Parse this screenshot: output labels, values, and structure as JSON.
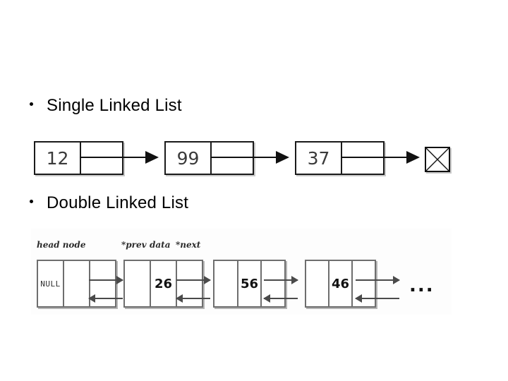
{
  "slide": {
    "background_color": "#ffffff",
    "bullets": [
      {
        "marker": "•",
        "label": "Single Linked List"
      },
      {
        "marker": "•",
        "label": "Double Linked List"
      }
    ]
  },
  "single_linked_list": {
    "caption": "Single Linked List",
    "nodes": [
      {
        "value": "12"
      },
      {
        "value": "99"
      },
      {
        "value": "37"
      }
    ],
    "terminator": "null-crossed-box",
    "link_count": 3,
    "colors": {
      "border": "#1a1a1a",
      "text": "#3a3a3a",
      "shadow": "#c9c9c9"
    }
  },
  "double_linked_list": {
    "caption": "Double Linked List",
    "labels": {
      "head": "head node",
      "prev": "*prev",
      "data": "data",
      "next": "*next"
    },
    "nodes": [
      {
        "value": "NULL",
        "type": "head"
      },
      {
        "value": "26",
        "type": "node"
      },
      {
        "value": "56",
        "type": "node"
      },
      {
        "value": "46",
        "type": "node"
      }
    ],
    "continuation": "...",
    "colors": {
      "border": "#6e6e6e",
      "arrow": "#4a4a4a",
      "background": "#fdfdfd"
    }
  }
}
